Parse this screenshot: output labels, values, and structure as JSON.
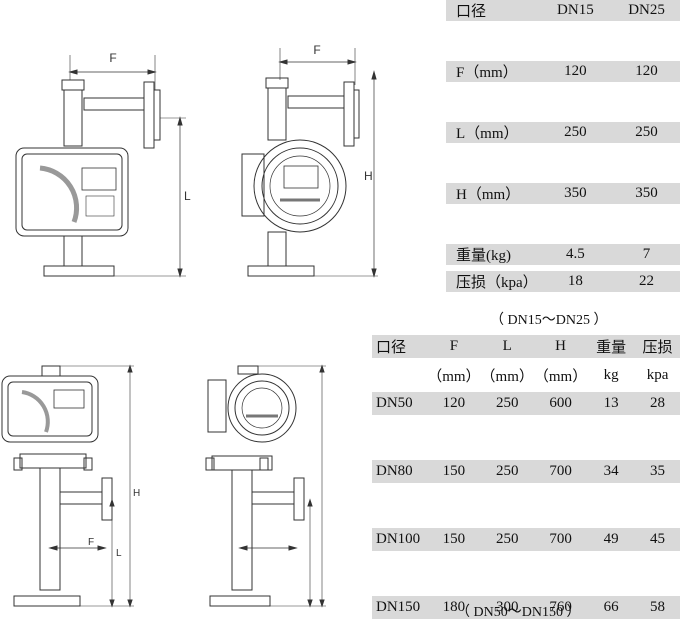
{
  "table_small": {
    "header": [
      "口径",
      "DN15",
      "DN25"
    ],
    "rows": [
      {
        "label": "F（mm）",
        "dn15": "120",
        "dn25": "120"
      },
      {
        "label": "L（mm）",
        "dn15": "250",
        "dn25": "250"
      },
      {
        "label": "H（mm）",
        "dn15": "350",
        "dn25": "350"
      },
      {
        "label": "重量(kg)",
        "dn15": "4.5",
        "dn25": "7"
      },
      {
        "label": "压损（kpa）",
        "dn15": "18",
        "dn25": "22"
      }
    ],
    "caption": "（ DN15～DN25 ）"
  },
  "table_large": {
    "header": [
      "口径",
      "F",
      "L",
      "H",
      "重量",
      "压损"
    ],
    "units": [
      "",
      "（mm）",
      "（mm）",
      "（mm）",
      "kg",
      "kpa"
    ],
    "rows": [
      [
        "DN50",
        "120",
        "250",
        "600",
        "13",
        "28"
      ],
      [
        "DN80",
        "150",
        "250",
        "700",
        "34",
        "35"
      ],
      [
        "DN100",
        "150",
        "250",
        "700",
        "49",
        "45"
      ],
      [
        "DN150",
        "180",
        "300",
        "760",
        "66",
        "58"
      ]
    ],
    "caption": "（ DN50～DN150 ）"
  },
  "drawing_labels": {
    "f": "F",
    "l": "L",
    "h": "H"
  }
}
